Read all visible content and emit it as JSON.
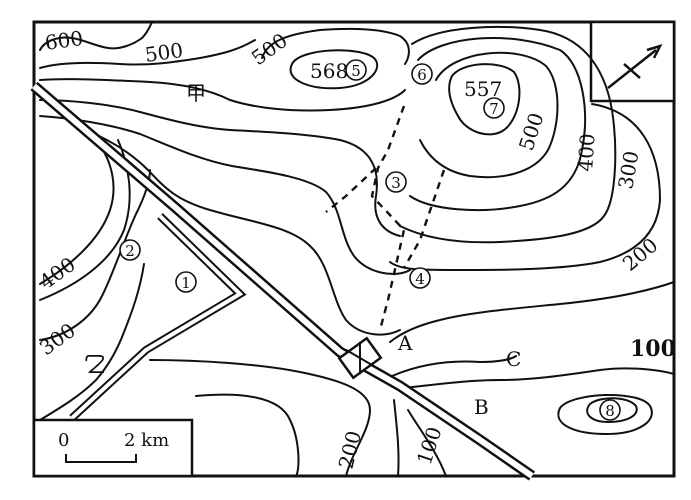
{
  "contour_labels": {
    "c600": "600",
    "c500_a": "500",
    "c500_b": "500",
    "c500_c": "500",
    "c400_a": "400",
    "c400_b": "400",
    "c300_a": "300",
    "c300_b": "300",
    "c200_a": "200",
    "c200_b": "200",
    "c100_a": "100",
    "c100_b": "100"
  },
  "elevations": {
    "peak5": "568",
    "peak7": "557"
  },
  "markers": {
    "m1": "1",
    "m2": "2",
    "m3": "3",
    "m4": "4",
    "m5": "5",
    "m6": "6",
    "m7": "7",
    "m8": "8"
  },
  "places": {
    "jia": "甲",
    "yi": "乙",
    "A": "A",
    "B": "B",
    "C": "C"
  },
  "scale": {
    "zero": "0",
    "distance": "2 km"
  },
  "north_arrow_icon": "north-arrow-icon"
}
